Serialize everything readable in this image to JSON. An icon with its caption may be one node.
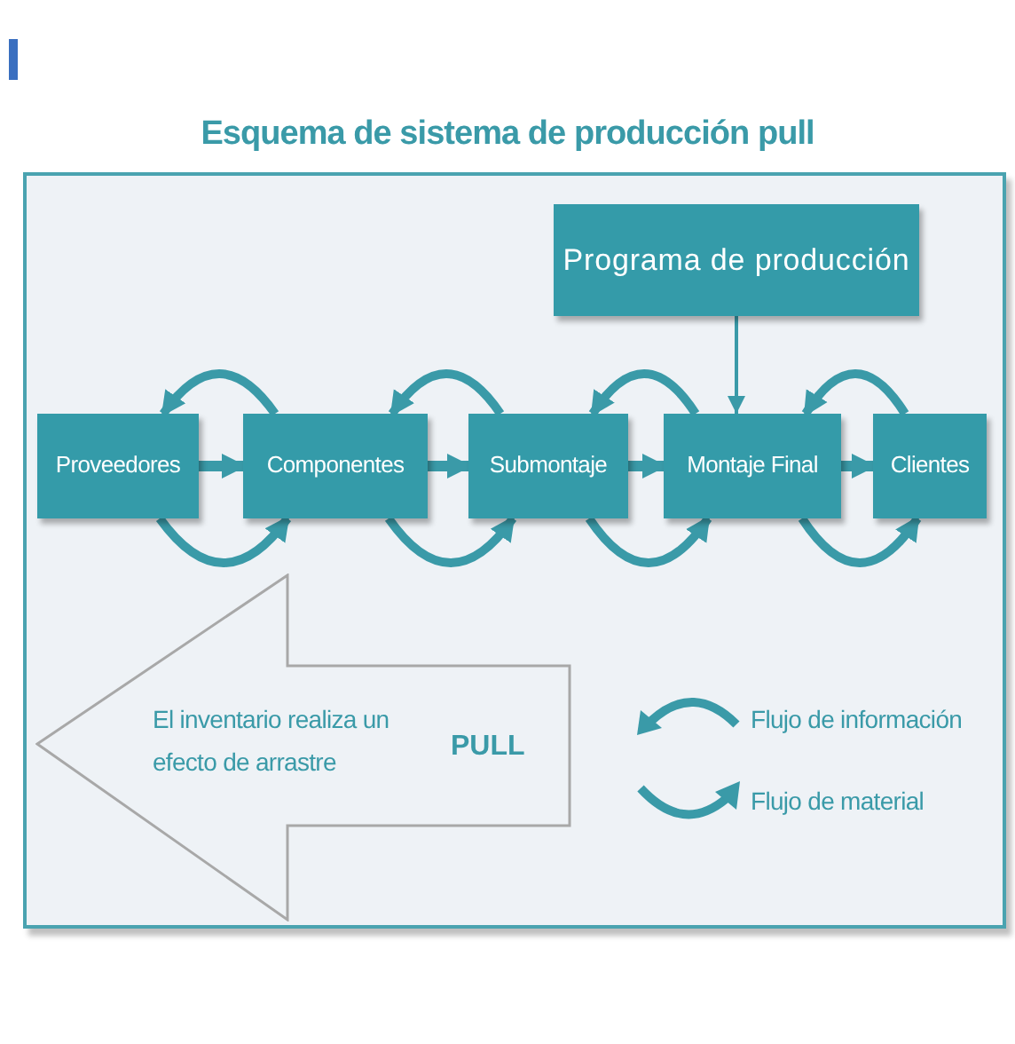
{
  "diagram": {
    "title": "Esquema de sistema de producción pull",
    "nodes": [
      {
        "text": [
          "Programa de producción"
        ]
      },
      {
        "text": [
          "Proveedores"
        ]
      },
      {
        "text": [
          "Componentes"
        ]
      },
      {
        "text": [
          "Submontaje"
        ]
      },
      {
        "text": [
          "Montaje Final"
        ]
      },
      {
        "text": [
          "Clientes"
        ]
      },
      {
        "text": [
          "El inventario realiza un efecto de arrastre",
          "PULL"
        ]
      }
    ],
    "edges": [
      {
        "from": 0,
        "to": 4,
        "arrow": "to"
      },
      {
        "from": 1,
        "to": 2,
        "arrow": "to"
      },
      {
        "from": 2,
        "to": 3,
        "arrow": "to"
      },
      {
        "from": 3,
        "to": 4,
        "arrow": "to"
      },
      {
        "from": 4,
        "to": 5,
        "arrow": "to"
      },
      {
        "from": 2,
        "to": 1,
        "arrow": "to"
      },
      {
        "from": 3,
        "to": 2,
        "arrow": "to"
      },
      {
        "from": 4,
        "to": 3,
        "arrow": "to"
      },
      {
        "from": 5,
        "to": 4,
        "arrow": "to"
      },
      {
        "from": 1,
        "to": 2,
        "arrow": "to"
      },
      {
        "from": 2,
        "to": 3,
        "arrow": "to"
      },
      {
        "from": 3,
        "to": 4,
        "arrow": "to"
      },
      {
        "from": 4,
        "to": 5,
        "arrow": "to"
      }
    ],
    "legend": [
      {
        "text": "Flujo de información"
      },
      {
        "text": "Flujo de material"
      }
    ]
  }
}
